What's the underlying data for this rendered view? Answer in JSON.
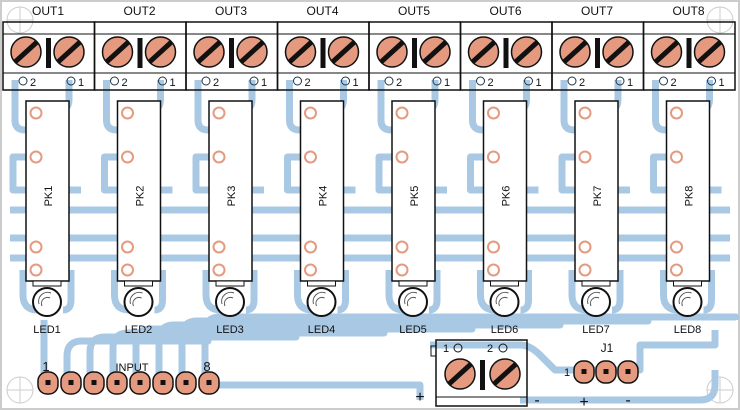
{
  "channels": [
    {
      "out": "OUT1",
      "relay": "PK1",
      "led": "LED1"
    },
    {
      "out": "OUT2",
      "relay": "PK2",
      "led": "LED2"
    },
    {
      "out": "OUT3",
      "relay": "PK3",
      "led": "LED3"
    },
    {
      "out": "OUT4",
      "relay": "PK4",
      "led": "LED4"
    },
    {
      "out": "OUT5",
      "relay": "PK5",
      "led": "LED5"
    },
    {
      "out": "OUT6",
      "relay": "PK6",
      "led": "LED6"
    },
    {
      "out": "OUT7",
      "relay": "PK7",
      "led": "LED7"
    },
    {
      "out": "OUT8",
      "relay": "PK8",
      "led": "LED8"
    }
  ],
  "terminal_pins": {
    "left": "2",
    "right": "1"
  },
  "input": {
    "label": "INPUT",
    "first": "1",
    "last": "8"
  },
  "power": {
    "pin1": "1",
    "pin2": "2",
    "plus": "+",
    "minus": "-"
  },
  "j1": {
    "label": "J1",
    "pin1": "1",
    "plus": "+",
    "minus": "-"
  },
  "colors": {
    "trace": "#a9c8e4",
    "pad": "#e59a80",
    "ink": "#111111",
    "frame": "#cccccc"
  }
}
